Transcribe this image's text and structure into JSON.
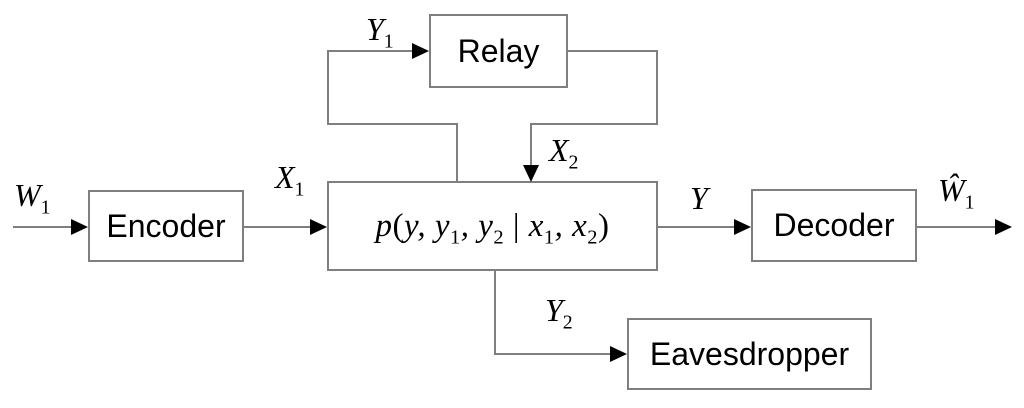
{
  "diagram": {
    "boxes": {
      "encoder": {
        "label": "Encoder"
      },
      "relay": {
        "label": "Relay"
      },
      "decoder": {
        "label": "Decoder"
      },
      "eavesdropper": {
        "label": "Eavesdropper"
      },
      "channel": {
        "formula_parts": [
          {
            "text": "p"
          },
          {
            "text": "(",
            "plain": true
          },
          {
            "text": "y"
          },
          {
            "text": ", "
          },
          {
            "text": "y"
          },
          {
            "text": "1",
            "sub": true
          },
          {
            "text": ", "
          },
          {
            "text": "y"
          },
          {
            "text": "2",
            "sub": true
          },
          {
            "text": " | ",
            "plain": true
          },
          {
            "text": "x"
          },
          {
            "text": "1",
            "sub": true
          },
          {
            "text": ", "
          },
          {
            "text": "x"
          },
          {
            "text": "2",
            "sub": true
          },
          {
            "text": ")",
            "plain": true
          }
        ]
      }
    },
    "signals": {
      "w1": {
        "parts": [
          {
            "text": "W"
          },
          {
            "text": "1",
            "sub": true
          }
        ]
      },
      "x1": {
        "parts": [
          {
            "text": "X"
          },
          {
            "text": "1",
            "sub": true
          }
        ]
      },
      "y1": {
        "parts": [
          {
            "text": "Y"
          },
          {
            "text": "1",
            "sub": true
          }
        ]
      },
      "x2": {
        "parts": [
          {
            "text": "X"
          },
          {
            "text": "2",
            "sub": true
          }
        ]
      },
      "y": {
        "parts": [
          {
            "text": "Y"
          }
        ]
      },
      "w1_hat": {
        "parts": [
          {
            "text": "Ŵ"
          },
          {
            "text": "1",
            "sub": true
          }
        ]
      },
      "y2": {
        "parts": [
          {
            "text": "Y"
          },
          {
            "text": "2",
            "sub": true
          }
        ]
      }
    },
    "colors": {
      "line": "#7f7f7f",
      "arrowhead": "#000000",
      "text": "#000000",
      "background": "#ffffff"
    }
  }
}
